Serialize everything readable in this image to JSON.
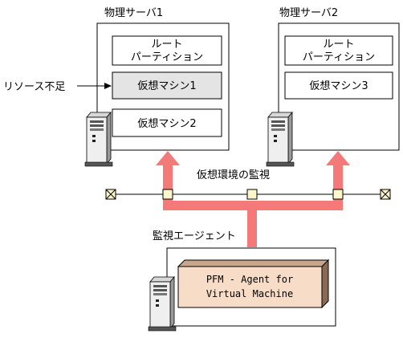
{
  "servers": [
    {
      "title": "物理サーバ1",
      "partition": [
        "ルート",
        "パーティション"
      ],
      "vms": [
        "仮想マシン1",
        "仮想マシン2"
      ]
    },
    {
      "title": "物理サーバ2",
      "partition": [
        "ルート",
        "パーティション"
      ],
      "vms": [
        "仮想マシン3"
      ]
    }
  ],
  "annotation": "リソース不足",
  "monitoring_label": "仮想環境の監視",
  "agent": {
    "title": "監視エージェント",
    "product_lines": [
      "PFM - Agent for",
      "Virtual Machine"
    ]
  },
  "colors": {
    "arrow": "#f47a7a",
    "vm_highlight": "#e4e4e4",
    "node_fill": "#fff7cc",
    "product_fill": "#f7dcc8",
    "product_side": "#8a6a55"
  }
}
